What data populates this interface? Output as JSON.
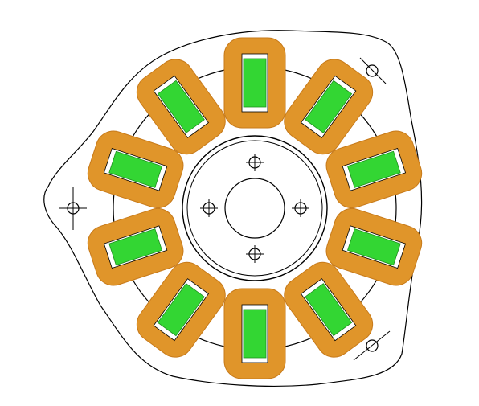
{
  "diagram": {
    "colors": {
      "background": "#ffffff",
      "outline": "#000000",
      "coil": "#E0952A",
      "coil_edge": "#C77A1A",
      "conductor": "#33D633",
      "conductor_edge": "#1E8F1E",
      "slot": "#ffffff"
    },
    "pole_count": 10,
    "mounting_hole_count": 3,
    "center_hole_count": 4
  }
}
